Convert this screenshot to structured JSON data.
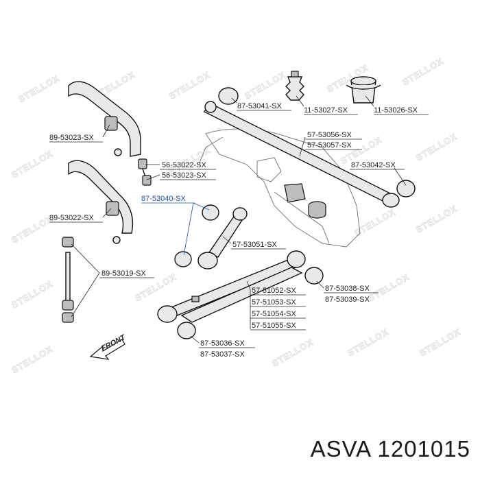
{
  "watermark_text": "STELLOX",
  "front_label": "FRONT",
  "part_labels": [
    {
      "id": "89-53023",
      "text": "89-53023-SX"
    },
    {
      "id": "89-53022",
      "text": "89-53022-SX"
    },
    {
      "id": "89-53019",
      "text": "89-53019-SX"
    },
    {
      "id": "56-53022",
      "text": "56-53022-SX"
    },
    {
      "id": "56-53023",
      "text": "56-53023-SX"
    },
    {
      "id": "87-53040",
      "text": "87-53040-SX",
      "highlight": true
    },
    {
      "id": "87-53041",
      "text": "87-53041-SX"
    },
    {
      "id": "11-53027",
      "text": "11-53027-SX"
    },
    {
      "id": "11-53026",
      "text": "11-53026-SX"
    },
    {
      "id": "57-53056",
      "text": "57-53056-SX"
    },
    {
      "id": "57-53057",
      "text": "57-53057-SX"
    },
    {
      "id": "87-53042",
      "text": "87-53042-SX"
    },
    {
      "id": "57-53051",
      "text": "57-53051-SX"
    },
    {
      "id": "57-51052",
      "text": "57-51052-SX"
    },
    {
      "id": "57-51053",
      "text": "57-51053-SX"
    },
    {
      "id": "57-51054",
      "text": "57-51054-SX"
    },
    {
      "id": "57-51055",
      "text": "57-51055-SX"
    },
    {
      "id": "87-53038",
      "text": "87-53038-SX"
    },
    {
      "id": "87-53039",
      "text": "87-53039-SX"
    },
    {
      "id": "87-53036",
      "text": "87-53036-SX"
    },
    {
      "id": "87-53037",
      "text": "87-53037-SX"
    }
  ],
  "footer": {
    "brand": "ASVA",
    "part_number": "1201015"
  },
  "colors": {
    "highlight_label": "#1f4e9c",
    "line": "#111111",
    "watermark": "#d8d8d8"
  }
}
